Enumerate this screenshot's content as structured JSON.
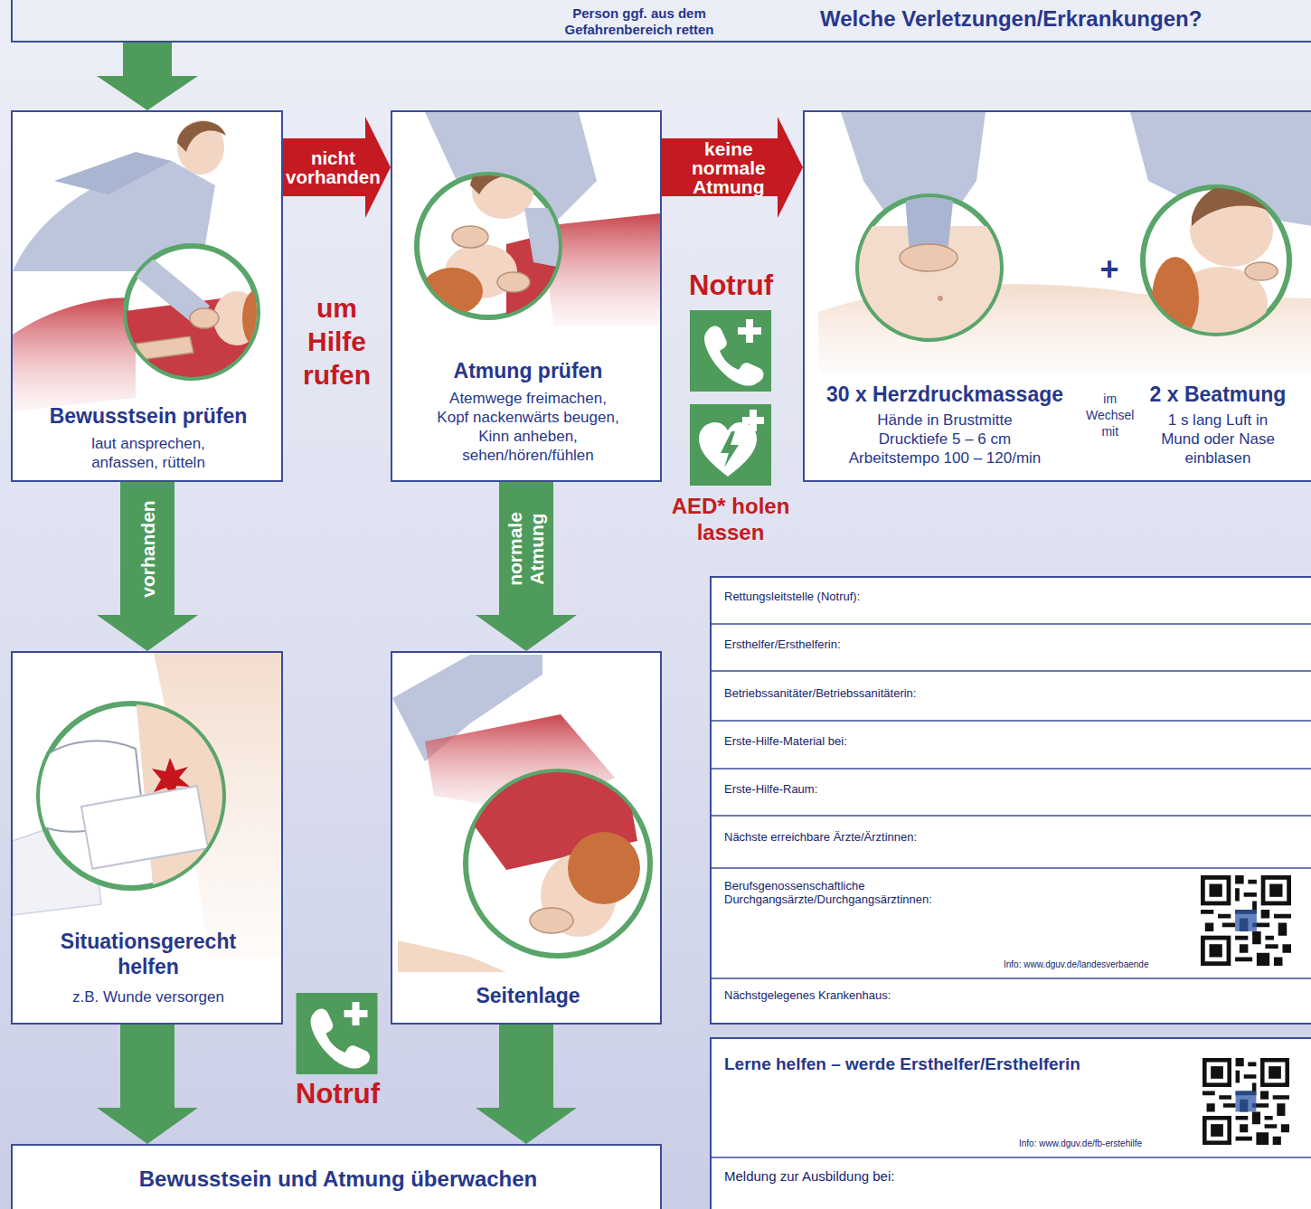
{
  "diagram": {
    "nodes": [
      {
        "text": [
          "Person ggf. aus dem Gefahrenbereich retten",
          "Welche Verletzungen/Erkrankungen?"
        ]
      },
      {
        "text": [
          "Bewusstsein prüfen",
          "laut ansprechen, anfassen, rütteln"
        ]
      },
      {
        "text": [
          "Atmung prüfen",
          "Atemwege freimachen, Kopf nackenwärts beugen, Kinn anheben, sehen/hören/fühlen"
        ]
      },
      {
        "text": [
          "+",
          "30 x Herzdruckmassage",
          "Hände in Brustmitte Drucktiefe 5 – 6 cm Arbeitstempo 100 – 120/min",
          "im Wechsel mit",
          "2 x Beatmung",
          "1 s lang Luft in Mund oder Nase einblasen"
        ]
      },
      {
        "text": [
          "Situationsgerecht helfen",
          "z.B. Wunde versorgen"
        ]
      },
      {
        "text": [
          "Seitenlage"
        ]
      },
      {
        "text": [
          "Bewusstsein und Atmung überwachen"
        ]
      },
      {
        "text": [
          "Rettungsleitstelle (Notruf):",
          "Ersthelfer/Ersthelferin:",
          "Betriebssanitäter/Betriebssanitäterin:",
          "Erste-Hilfe-Material bei:",
          "Erste-Hilfe-Raum:",
          "Nächste erreichbare Ärzte/Ärztinnen:",
          "Berufsgenossenschaftliche Durchgangsärzte/Durchgangsärztinnen:",
          "Info: www.dguv.de/landesverbaende",
          "Nächstgelegenes Krankenhaus:"
        ]
      },
      {
        "text": [
          "Lerne helfen – werde Ersthelfer/Ersthelferin",
          "Info: www.dguv.de/fb-erstehilfe",
          "Meldung zur Ausbildung bei:"
        ]
      }
    ],
    "edges": [
      {
        "from": 0,
        "to": 1,
        "arrow": "to"
      },
      {
        "from": 1,
        "to": 2,
        "label": "nicht vorhanden",
        "arrow": "to"
      },
      {
        "from": 2,
        "to": 3,
        "label": "keine normale Atmung",
        "arrow": "to"
      },
      {
        "from": 1,
        "to": 4,
        "label": "vorhanden",
        "arrow": "to"
      },
      {
        "from": 2,
        "to": 5,
        "label": "normale Atmung",
        "arrow": "to"
      },
      {
        "from": 4,
        "to": 6,
        "arrow": "to"
      },
      {
        "from": 5,
        "to": 6,
        "arrow": "to"
      }
    ],
    "labels": [
      "um Hilfe rufen",
      "Notruf",
      "AED* holen lassen",
      "Notruf"
    ]
  }
}
